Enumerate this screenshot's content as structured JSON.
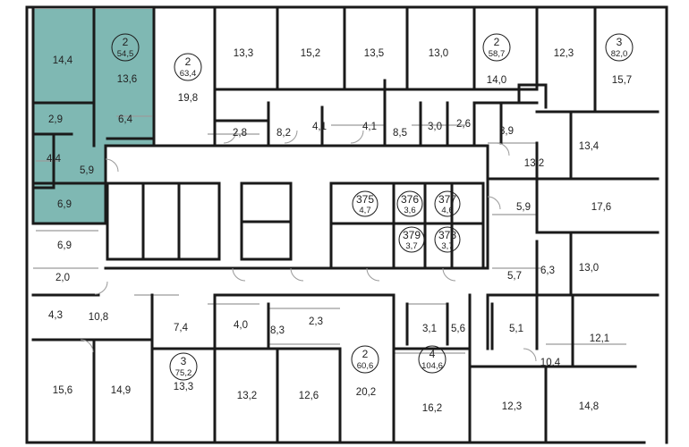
{
  "colors": {
    "highlight": "#7fb8b3",
    "wall": "#1a1a1a",
    "thin_line": "#9a9a9a",
    "background": "#ffffff",
    "text": "#222222"
  },
  "units": [
    {
      "rooms": "2",
      "area": "54,5"
    },
    {
      "rooms": "2",
      "area": "63,4"
    },
    {
      "rooms": "2",
      "area": "58,7"
    },
    {
      "rooms": "3",
      "area": "82,0"
    },
    {
      "rooms": "3",
      "area": "75,2"
    },
    {
      "rooms": "2",
      "area": "60,6"
    },
    {
      "rooms": "4",
      "area": "104,6"
    }
  ],
  "storage": [
    {
      "number": "375",
      "area": "4,7"
    },
    {
      "number": "376",
      "area": "3,6"
    },
    {
      "number": "377",
      "area": "4,6"
    },
    {
      "number": "379",
      "area": "3,7"
    },
    {
      "number": "378",
      "area": "3,7"
    }
  ],
  "room_areas": [
    "14,4",
    "13,6",
    "2,9",
    "6,4",
    "4,4",
    "5,9",
    "6,9",
    "6,9",
    "2,0",
    "4,3",
    "10,8",
    "15,6",
    "14,9",
    "19,8",
    "13,3",
    "2,8",
    "8,2",
    "15,2",
    "4,1",
    "13,5",
    "4,1",
    "8,5",
    "13,0",
    "3,0",
    "2,6",
    "14,0",
    "12,3",
    "15,7",
    "3,9",
    "13,2",
    "13,4",
    "5,9",
    "17,6",
    "5,7",
    "6,3",
    "13,0",
    "7,4",
    "4,0",
    "8,3",
    "2,3",
    "13,3",
    "13,2",
    "12,6",
    "20,2",
    "3,1",
    "5,6",
    "5,1",
    "10,4",
    "12,1",
    "16,2",
    "12,3",
    "14,8"
  ]
}
